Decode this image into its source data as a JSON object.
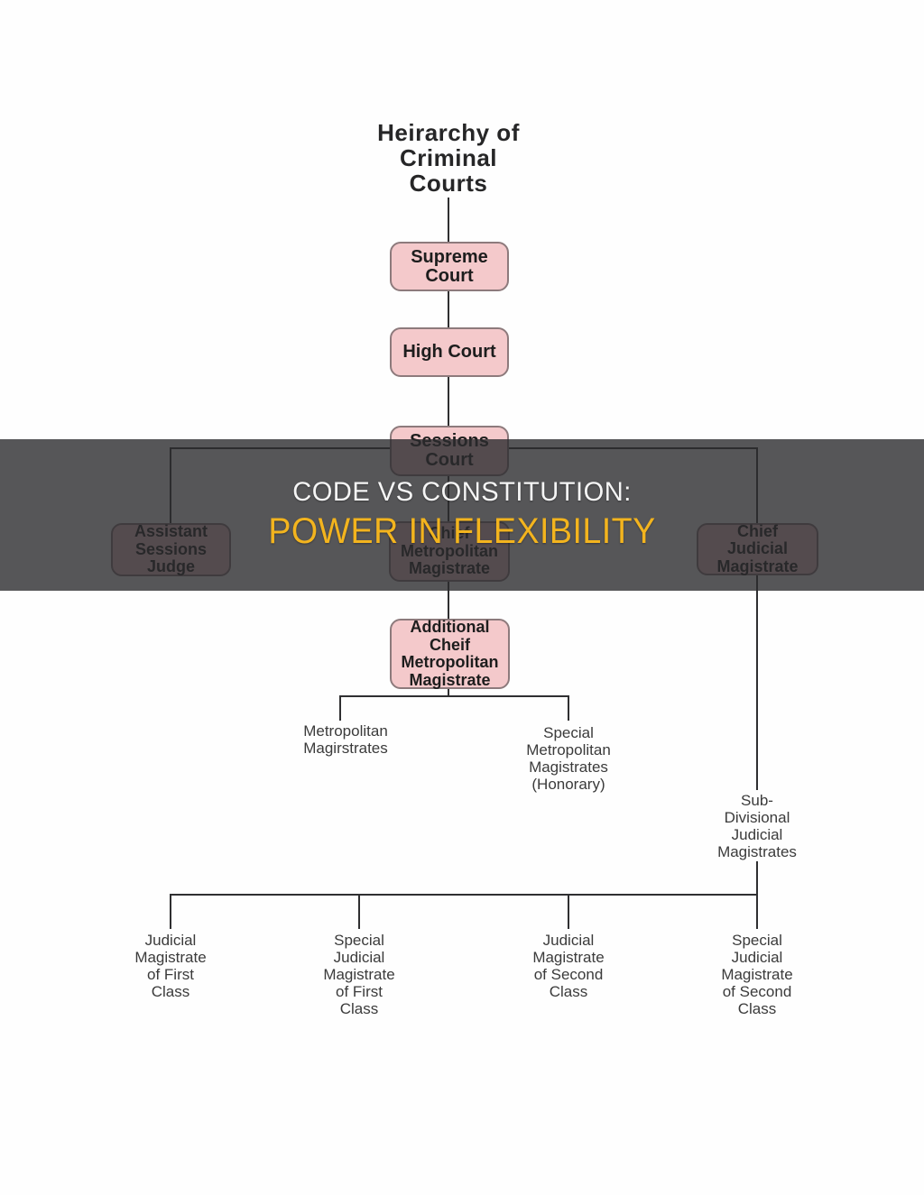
{
  "diagram": {
    "title": "Heirarchy of\nCriminal\nCourts",
    "type": "org-hierarchy-flowchart",
    "colors": {
      "background": "#fefefe",
      "box_fill": "#f4c9cb",
      "box_border": "#8d7a7c",
      "connector_line": "#2f2f31",
      "label_text": "#3b3b3b"
    },
    "nodes": {
      "supreme_court": "Supreme\nCourt",
      "high_court": "High Court",
      "sessions_court": "Sessions\nCourt",
      "assistant_sessions_judge": "Assistant\nSessions\nJudge",
      "chief_metropolitan_magistrate": "Chief\nMetropolitan\nMagistrate",
      "chief_judicial_magistrate": "Chief\nJudicial\nMagistrate",
      "additional_chief_metropolitan_magistrate": "Additional\nCheif\nMetropolitan\nMagistrate",
      "metropolitan_magistrates": "Metropolitan\nMagirstrates",
      "special_metropolitan_magistrates": "Special\nMetropolitan\nMagistrates\n(Honorary)",
      "sub_divisional_judicial_magistrates": "Sub-\nDivisional\nJudicial\nMagistrates",
      "judicial_magistrate_first_class": "Judicial\nMagistrate\nof First\nClass",
      "special_judicial_magistrate_first_class": "Special\nJudicial\nMagistrate\nof First\nClass",
      "judicial_magistrate_second_class": "Judicial\nMagistrate\nof Second\nClass",
      "special_judicial_magistrate_second_class": "Special\nJudicial\nMagistrate\nof Second\nClass"
    }
  },
  "banner": {
    "line1": "CODE VS CONSTITUTION:",
    "line2": "POWER IN FLEXIBILITY",
    "line1_color": "#f5f5f5",
    "line2_color": "#f3b41e",
    "overlay_color": "#2c2c2e"
  }
}
